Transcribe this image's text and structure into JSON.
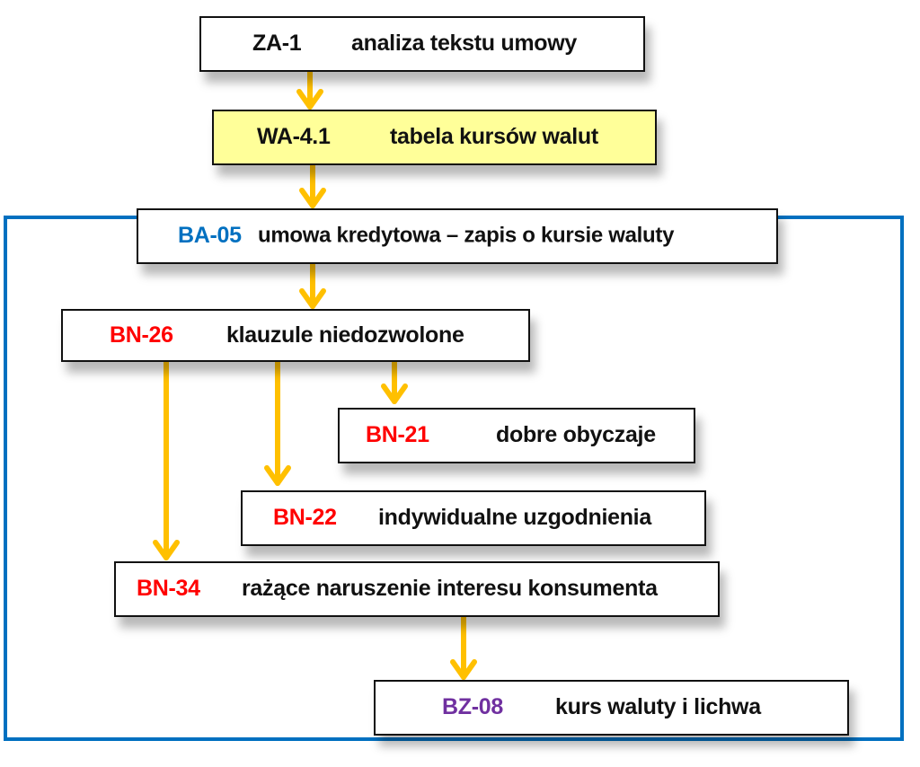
{
  "colors": {
    "frame": "#0070C0",
    "arrow": "#FFC000",
    "highlight_fill": "#FFFF99",
    "code_blue": "#0070C0",
    "code_red": "#FF0000",
    "code_purple": "#7030A0",
    "code_black": "#111111"
  },
  "nodes": {
    "za1": {
      "code": "ZA-1",
      "label": "analiza tekstu umowy",
      "code_color": "#111111",
      "fill": "#ffffff"
    },
    "wa41": {
      "code": "WA-4.1",
      "label": "tabela kursów walut",
      "code_color": "#111111",
      "fill": "#FFFF99"
    },
    "ba05": {
      "code": "BA-05",
      "label": "umowa kredytowa –  zapis o kursie waluty",
      "code_color": "#0070C0",
      "fill": "#ffffff"
    },
    "bn26": {
      "code": "BN-26",
      "label": "klauzule niedozwolone",
      "code_color": "#FF0000",
      "fill": "#ffffff"
    },
    "bn21": {
      "code": "BN-21",
      "label": "dobre obyczaje",
      "code_color": "#FF0000",
      "fill": "#ffffff"
    },
    "bn22": {
      "code": "BN-22",
      "label": "indywidualne uzgodnienia",
      "code_color": "#FF0000",
      "fill": "#ffffff"
    },
    "bn34": {
      "code": "BN-34",
      "label": "rażące naruszenie interesu konsumenta",
      "code_color": "#FF0000",
      "fill": "#ffffff"
    },
    "bz08": {
      "code": "BZ-08",
      "label": "kurs waluty i lichwa",
      "code_color": "#7030A0",
      "fill": "#ffffff"
    }
  },
  "edges": [
    {
      "from": "ZA-1",
      "to": "WA-4.1"
    },
    {
      "from": "WA-4.1",
      "to": "BA-05"
    },
    {
      "from": "BA-05",
      "to": "BN-26"
    },
    {
      "from": "BN-26",
      "to": "BN-21"
    },
    {
      "from": "BN-26",
      "to": "BN-22"
    },
    {
      "from": "BN-26",
      "to": "BN-34"
    },
    {
      "from": "BN-34",
      "to": "BZ-08"
    }
  ]
}
